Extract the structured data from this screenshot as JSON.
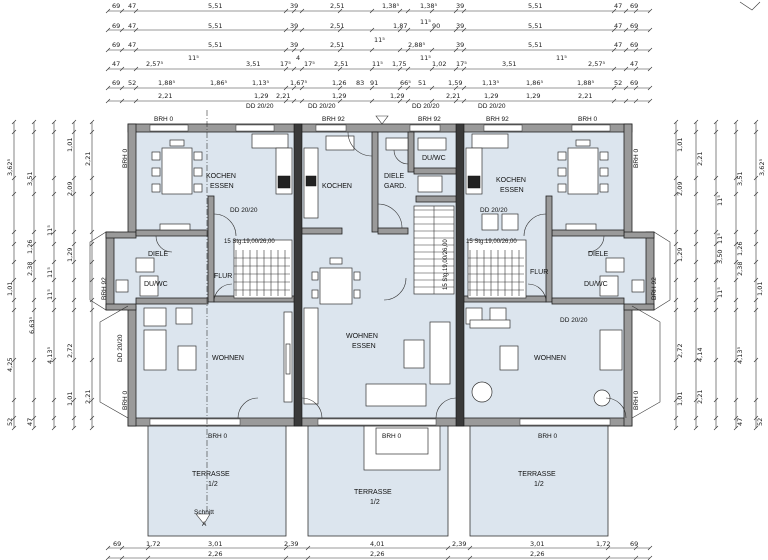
{
  "rooms": {
    "kochen_essen_left": [
      "KOCHEN",
      "ESSEN"
    ],
    "kochen_mid": "KOCHEN",
    "diele_gard": [
      "DIELE",
      "GARD."
    ],
    "kochen_essen_right": [
      "KOCHEN",
      "ESSEN"
    ],
    "diele_left": "DIELE",
    "diele_right": "DIELE",
    "du_wc_left": "DU/WC",
    "du_wc_mid": "DU/WC",
    "du_wc_right": "DU/WC",
    "flur_left": "FLUR",
    "flur_right": "FLUR",
    "wohnen_left": "WOHNEN",
    "wohnen_essen_mid": [
      "WOHNEN",
      "ESSEN"
    ],
    "wohnen_right": "WOHNEN",
    "terrasse_left": [
      "TERRASSE",
      "1/2"
    ],
    "terrasse_mid": [
      "TERRASSE",
      "1/2"
    ],
    "terrasse_right": [
      "TERRASSE",
      "1/2"
    ]
  },
  "tags": {
    "brh0": "BRH 0",
    "brh92": "BRH 92",
    "dd": "DD 20/20",
    "stair": "15 Stg.19,00/26,00",
    "schnitt": [
      "Schnitt",
      "A"
    ]
  },
  "dims": {
    "top_row1": [
      "69",
      "47",
      "5,51",
      "39",
      "2,51",
      "1,38⁵",
      "1,38⁵",
      "39",
      "5,51",
      "47",
      "69"
    ],
    "top_row2": [
      "69",
      "47",
      "5,51",
      "39",
      "2,51",
      "1,87",
      "11⁵",
      "90",
      "39",
      "5,51",
      "47",
      "69"
    ],
    "top_row3": [
      "69",
      "47",
      "5,51",
      "39",
      "2,51",
      "11⁵",
      "2,88⁵",
      "39",
      "5,51",
      "47",
      "69"
    ],
    "top_row4": [
      "47",
      "2,57⁵",
      "11⁵",
      "3,51",
      "17⁵",
      "4",
      "17⁵",
      "2,51",
      "11⁵",
      "1,75",
      "11⁵",
      "1,02",
      "17⁵",
      "3,51",
      "11⁵",
      "2,57⁵",
      "47"
    ],
    "top_row5": [
      "69",
      "52",
      "1,88⁵",
      "1,86⁵",
      "1,13⁵",
      "1,67⁵",
      "1,26",
      "83",
      "91",
      "66⁵",
      "51",
      "1,59",
      "1,13⁵",
      "1,86⁵",
      "1,88⁵",
      "52",
      "69"
    ],
    "top_row6": [
      "2,21",
      "1,29",
      "2,21",
      "1,29",
      "1,29",
      "2,21",
      "1,29",
      "1,29",
      "2,21"
    ],
    "left_col": [
      "3,62⁵",
      "1,01",
      "2,21",
      "3,51",
      "2,09",
      "11⁵",
      "1,26",
      "1,29",
      "11⁵",
      "2,38",
      "1,01",
      "11⁵",
      "6,63⁵",
      "2,72",
      "4,13⁵",
      "4,25",
      "1,01",
      "2,21",
      "47",
      "52"
    ],
    "right_col": [
      "3,62⁵",
      "1,01",
      "2,21",
      "3,51",
      "2,09",
      "11⁵",
      "1,26",
      "1,29",
      "11⁵",
      "3,50",
      "2,38",
      "1,01",
      "11⁵",
      "4,14",
      "4,13⁵",
      "2,72",
      "1,01",
      "2,21",
      "47",
      "52"
    ],
    "bottom_row1": [
      "69",
      "1,72",
      "3,01",
      "2,39",
      "4,01",
      "2,39",
      "3,01",
      "1,72",
      "69"
    ],
    "bottom_row2": [
      "2,26",
      "2,26",
      "2,26"
    ]
  }
}
